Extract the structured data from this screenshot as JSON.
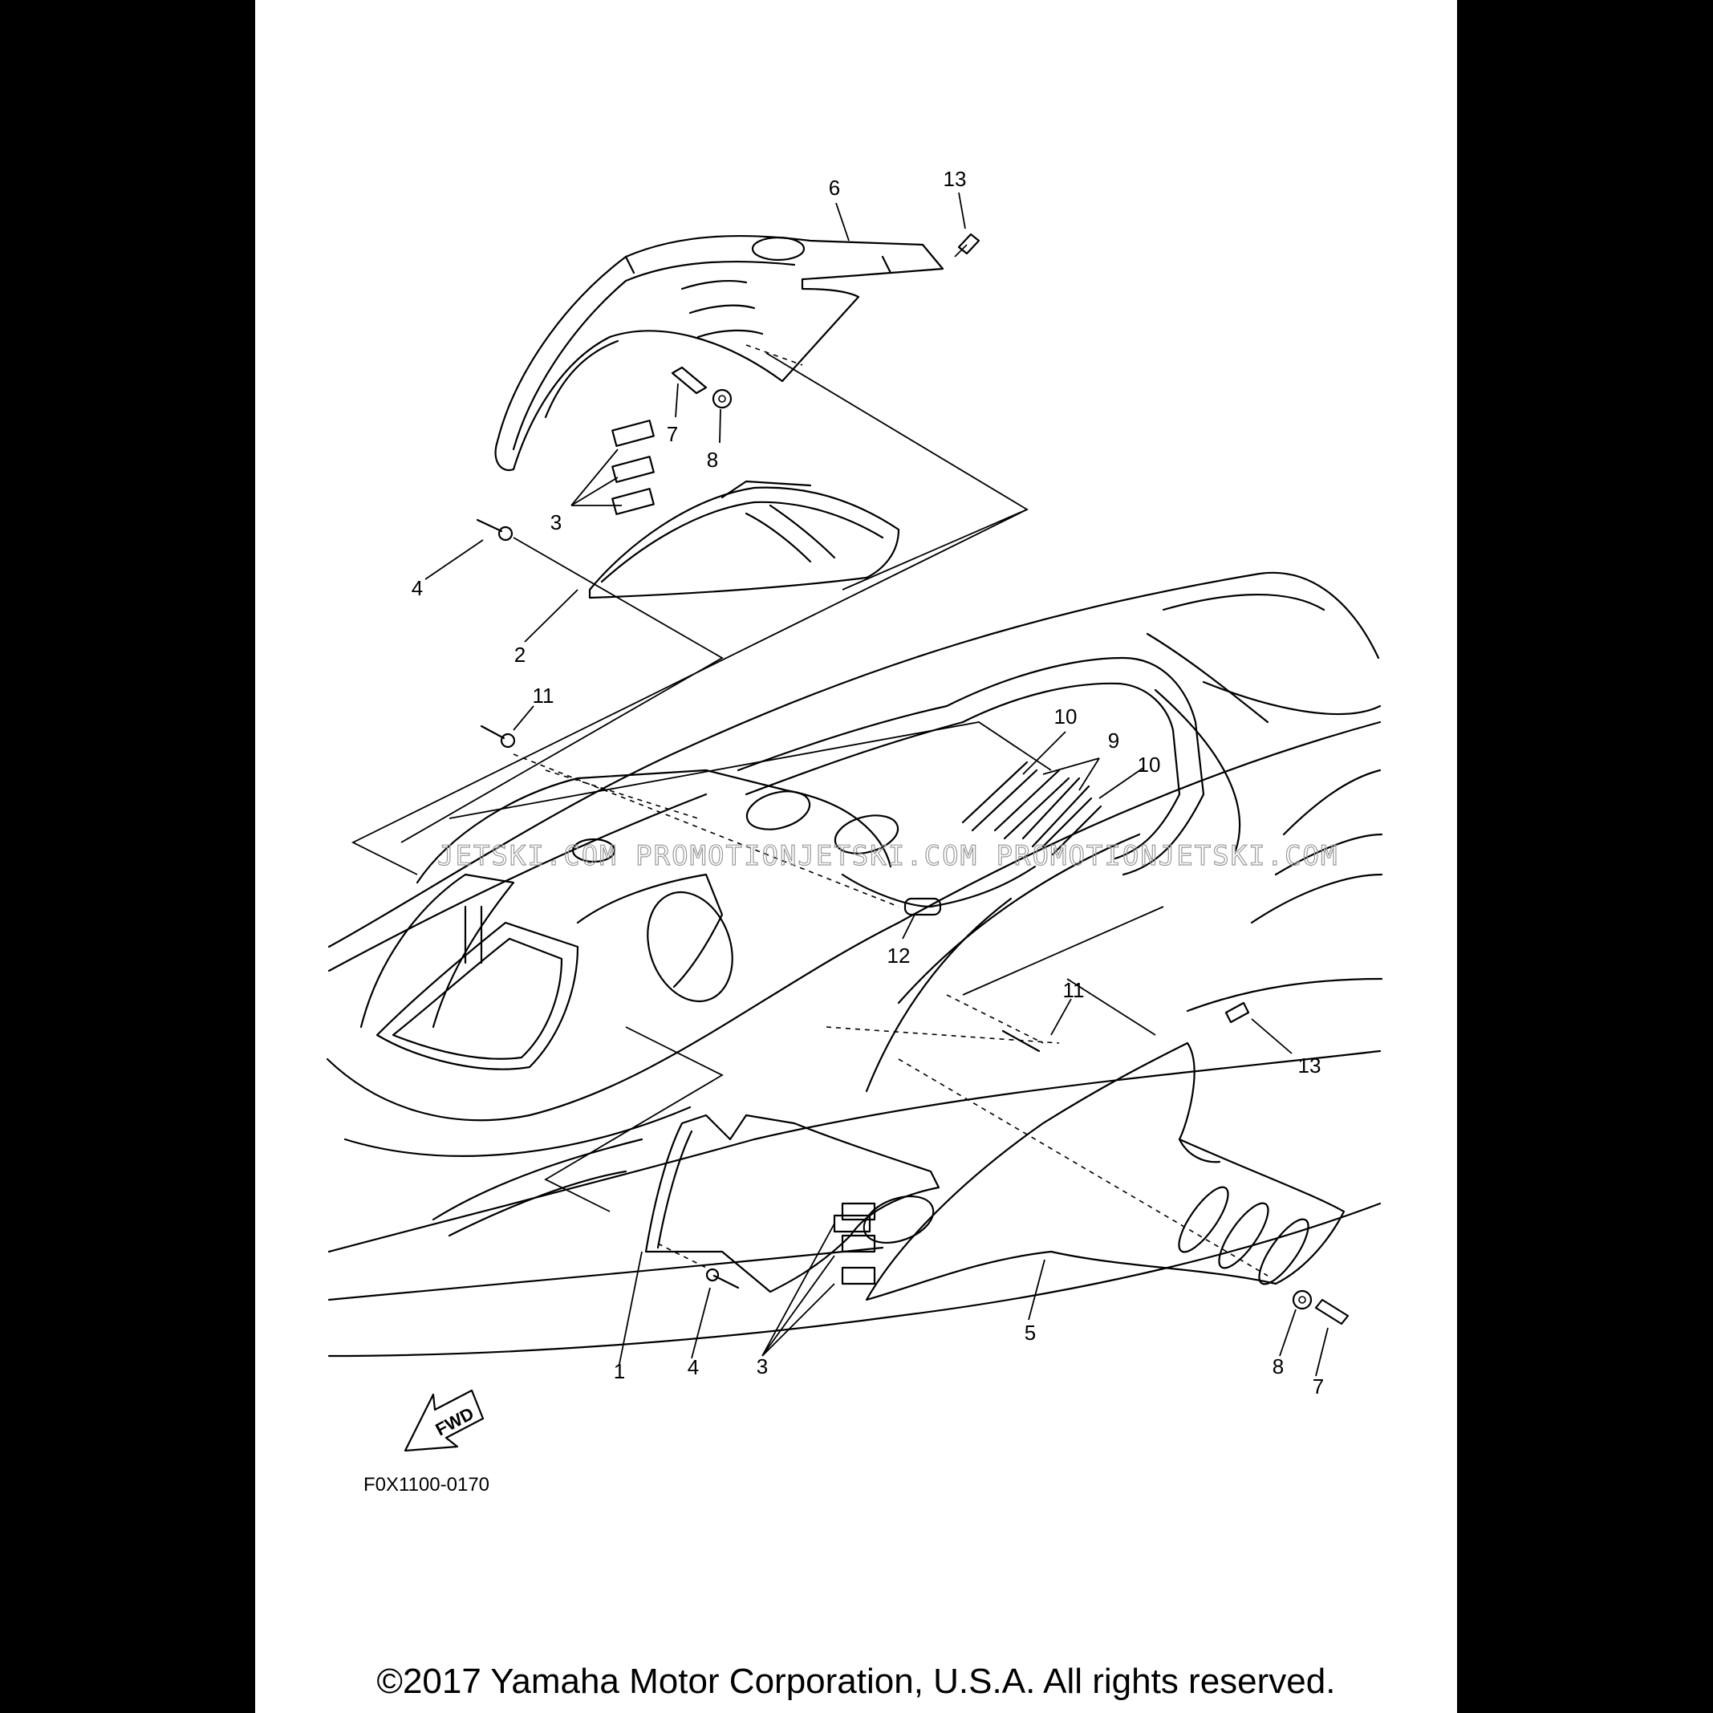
{
  "callouts": [
    {
      "id": "c6",
      "text": "6"
    },
    {
      "id": "c13a",
      "text": "13"
    },
    {
      "id": "c7a",
      "text": "7"
    },
    {
      "id": "c8a",
      "text": "8"
    },
    {
      "id": "c3a",
      "text": "3"
    },
    {
      "id": "c4a",
      "text": "4"
    },
    {
      "id": "c2",
      "text": "2"
    },
    {
      "id": "c11a",
      "text": "11"
    },
    {
      "id": "c10a",
      "text": "10"
    },
    {
      "id": "c9",
      "text": "9"
    },
    {
      "id": "c10b",
      "text": "10"
    },
    {
      "id": "c12",
      "text": "12"
    },
    {
      "id": "c11b",
      "text": "11"
    },
    {
      "id": "c13b",
      "text": "13"
    },
    {
      "id": "c1",
      "text": "1"
    },
    {
      "id": "c4b",
      "text": "4"
    },
    {
      "id": "c3b",
      "text": "3"
    },
    {
      "id": "c5",
      "text": "5"
    },
    {
      "id": "c8b",
      "text": "8"
    },
    {
      "id": "c7b",
      "text": "7"
    }
  ],
  "fwd_label": "FWD",
  "figure_code": "F0X1100-0170",
  "watermark": "JETSKI.COM  PROMOTIONJETSKI.COM  PROMOTIONJETSKI.COM",
  "copyright": "©2017 Yamaha Motor Corporation, U.S.A. All rights reserved."
}
